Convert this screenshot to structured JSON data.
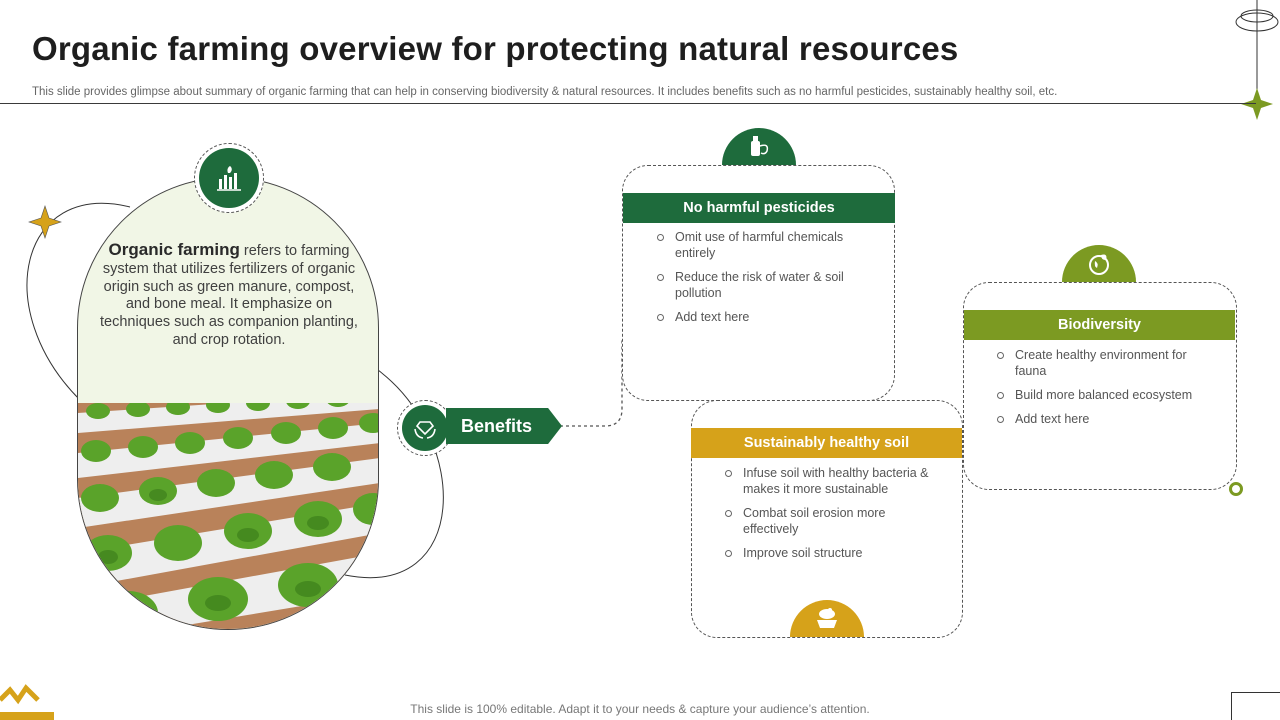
{
  "title": "Organic farming overview for protecting natural resources",
  "subtitle": "This slide provides glimpse about summary of organic farming that can help in conserving biodiversity & natural resources. It includes benefits such as no harmful pesticides, sustainably healthy soil, etc.",
  "intro": {
    "term": "Organic farming",
    "text": " refers to farming system that utilizes fertilizers of organic origin such as green manure, compost, and bone meal. It emphasize on techniques such as companion planting,  and crop rotation.",
    "icon": "bar-chart-plant-icon"
  },
  "benefits_label": "Benefits",
  "benefits_icon": "hands-diamond-icon",
  "cards": {
    "pesticides": {
      "title": "No harmful pesticides",
      "color": "#1e6b3c",
      "icon": "spray-bottle-icon",
      "items": [
        "Omit use of harmful chemicals entirely",
        "Reduce the risk of water & soil pollution",
        "Add text here"
      ]
    },
    "soil": {
      "title": "Sustainably healthy soil",
      "color": "#d6a21a",
      "icon": "soil-hand-icon",
      "items": [
        "Infuse soil with healthy bacteria & makes it more sustainable",
        "Combat soil erosion more effectively",
        "Improve  soil structure"
      ]
    },
    "biodiversity": {
      "title": "Biodiversity",
      "color": "#7c9a22",
      "icon": "globe-leaf-icon",
      "items": [
        "Create healthy environment for fauna",
        "Build more balanced ecosystem",
        "Add text here"
      ]
    }
  },
  "footer": "This slide is 100% editable. Adapt it to your needs & capture your audience’s attention.",
  "colors": {
    "green": "#1e6b3c",
    "olive": "#7c9a22",
    "gold": "#d6a21a",
    "pale": "#f1f6e6"
  }
}
